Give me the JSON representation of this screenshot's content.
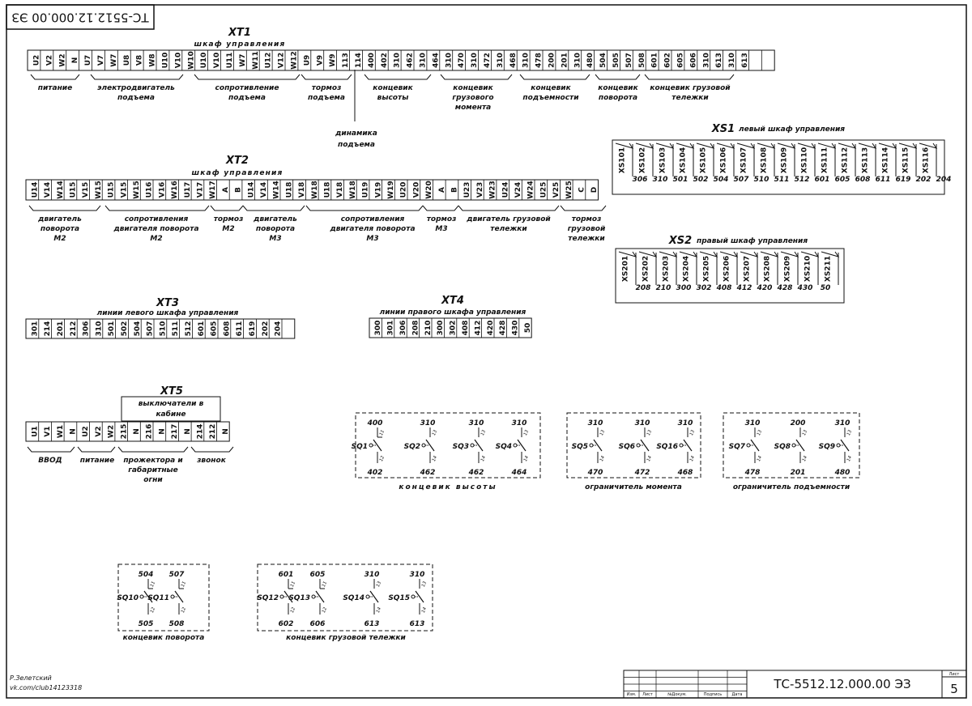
{
  "corner_code": "ТС-5512.12.000.00 ЭЗ",
  "xt1": {
    "title": "XT1",
    "subtitle": "шкаф управления",
    "cells": [
      "U2",
      "V2",
      "W2",
      "N",
      "U7",
      "V7",
      "W7",
      "U8",
      "V8",
      "W8",
      "U10",
      "V10",
      "W10",
      "U10",
      "V10",
      "U11",
      "W7",
      "W11",
      "U12",
      "V12",
      "W12",
      "U9",
      "V9",
      "W9",
      "113",
      "114",
      "400",
      "402",
      "310",
      "462",
      "310",
      "464",
      "310",
      "470",
      "310",
      "472",
      "310",
      "468",
      "310",
      "478",
      "200",
      "201",
      "310",
      "480",
      "504",
      "505",
      "507",
      "508",
      "601",
      "602",
      "605",
      "606",
      "310",
      "613",
      "310",
      "613",
      "",
      ""
    ],
    "groups": [
      {
        "lines": [
          "питание"
        ]
      },
      {
        "lines": [
          "электродвигатель",
          "подъема"
        ]
      },
      {
        "lines": [
          "сопротивление",
          "подъема"
        ]
      },
      {
        "lines": [
          "тормоз",
          "подъема"
        ]
      },
      {
        "lines": [
          "концевик",
          "высоты"
        ]
      },
      {
        "lines": [
          "концевик",
          "грузового",
          "момента"
        ]
      },
      {
        "lines": [
          "концевик",
          "подъемности"
        ]
      },
      {
        "lines": [
          "концевик",
          "поворота"
        ]
      },
      {
        "lines": [
          "концевик грузовой",
          "тележки"
        ]
      }
    ],
    "dyn_lines": [
      "динамика",
      "подъема"
    ]
  },
  "xt2": {
    "title": "XT2",
    "subtitle": "шкаф управления",
    "cells": [
      "U14",
      "V14",
      "W14",
      "U15",
      "V15",
      "W15",
      "U15",
      "V15",
      "W15",
      "U16",
      "V16",
      "W16",
      "U17",
      "V17",
      "W17",
      "A",
      "B",
      "U14",
      "V14",
      "W14",
      "U18",
      "V18",
      "W18",
      "U18",
      "V18",
      "W18",
      "U19",
      "V19",
      "W19",
      "U20",
      "V20",
      "W20",
      "A",
      "B",
      "U23",
      "V23",
      "W23",
      "U24",
      "V24",
      "W24",
      "U25",
      "V25",
      "W25",
      "C",
      "D"
    ],
    "groups": [
      {
        "lines": [
          "двигатель",
          "поворота",
          "М2"
        ]
      },
      {
        "lines": [
          "сопротивления",
          "двигателя поворота",
          "М2"
        ]
      },
      {
        "lines": [
          "тормоз",
          "М2"
        ]
      },
      {
        "lines": [
          "двигатель",
          "поворота",
          "М3"
        ]
      },
      {
        "lines": [
          "сопротивления",
          "двигателя поворота",
          "М3"
        ]
      },
      {
        "lines": [
          "тормоз",
          "М3"
        ]
      },
      {
        "lines": [
          "двигатель грузовой",
          "тележки"
        ]
      },
      {
        "lines": [
          "тормоз",
          "грузовой",
          "тележки"
        ]
      }
    ]
  },
  "xt3": {
    "title": "XT3",
    "subtitle": "линии левого шкафа управления",
    "cells": [
      "301",
      "214",
      "201",
      "212",
      "306",
      "310",
      "501",
      "502",
      "504",
      "507",
      "510",
      "511",
      "512",
      "601",
      "605",
      "608",
      "611",
      "619",
      "202",
      "204",
      ""
    ]
  },
  "xt4": {
    "title": "XT4",
    "subtitle": "линии правого шкафа управления",
    "cells": [
      "300",
      "301",
      "306",
      "208",
      "210",
      "300",
      "302",
      "408",
      "412",
      "420",
      "428",
      "430",
      "50"
    ]
  },
  "xt5": {
    "title": "XT5",
    "box_lines": [
      "выключатели в",
      "кабине"
    ],
    "cells": [
      "U1",
      "V1",
      "W1",
      "N",
      "U2",
      "V2",
      "W2",
      "215",
      "N",
      "216",
      "N",
      "217",
      "N",
      "214",
      "212",
      "N"
    ],
    "groups": [
      {
        "lines": [
          "ВВОД"
        ]
      },
      {
        "lines": [
          "питание"
        ]
      },
      {
        "lines": [
          "прожектора и",
          "габаритные",
          "огни"
        ]
      },
      {
        "lines": [
          "звонок"
        ]
      }
    ]
  },
  "xs1": {
    "title": "XS1",
    "subtitle": "левый шкаф управления",
    "pins": [
      "XS101",
      "XS102",
      "XS103",
      "XS104",
      "XS105",
      "XS106",
      "XS107",
      "XS108",
      "XS109",
      "XS110",
      "XS111",
      "XS112",
      "XS113",
      "XS114",
      "XS115",
      "XS116"
    ],
    "wires": [
      "306",
      "310",
      "501",
      "502",
      "504",
      "507",
      "510",
      "511",
      "512",
      "601",
      "605",
      "608",
      "611",
      "619",
      "202",
      "204"
    ]
  },
  "xs2": {
    "title": "XS2",
    "subtitle": "правый шкаф управления",
    "pins": [
      "XS201",
      "XS202",
      "XS203",
      "XS204",
      "XS205",
      "XS206",
      "XS207",
      "XS208",
      "XS209",
      "XS210",
      "XS211"
    ],
    "wires": [
      "208",
      "210",
      "300",
      "302",
      "408",
      "412",
      "420",
      "428",
      "430",
      "50"
    ]
  },
  "switch_groups": [
    {
      "caption": "концевик высоты",
      "spaced": true,
      "switches": [
        {
          "name": "SQ1",
          "top": "400",
          "bottom": "402",
          "pin_a": "11",
          "pin_b": "12",
          "type": "nc"
        },
        {
          "name": "SQ2",
          "top": "310",
          "bottom": "462",
          "pin_a": "13",
          "pin_b": "14",
          "type": "no"
        },
        {
          "name": "SQ3",
          "top": "310",
          "bottom": "462",
          "pin_a": "13",
          "pin_b": "14",
          "type": "no"
        },
        {
          "name": "SQ4",
          "top": "310",
          "bottom": "464",
          "pin_a": "13",
          "pin_b": "14",
          "type": "no"
        }
      ]
    },
    {
      "caption": "ограничитель момента",
      "spaced": false,
      "switches": [
        {
          "name": "SQ5",
          "top": "310",
          "bottom": "470",
          "pin_a": "13",
          "pin_b": "14",
          "type": "no"
        },
        {
          "name": "SQ6",
          "top": "310",
          "bottom": "472",
          "pin_a": "13",
          "pin_b": "14",
          "type": "no"
        },
        {
          "name": "SQ16",
          "top": "310",
          "bottom": "468",
          "pin_a": "13",
          "pin_b": "14",
          "type": "no"
        }
      ]
    },
    {
      "caption": "ограничитель подъемности",
      "spaced": false,
      "switches": [
        {
          "name": "SQ7",
          "top": "310",
          "bottom": "478",
          "pin_a": "13",
          "pin_b": "14",
          "type": "no"
        },
        {
          "name": "SQ8",
          "top": "200",
          "bottom": "201",
          "pin_a": "13",
          "pin_b": "14",
          "type": "no"
        },
        {
          "name": "SQ9",
          "top": "310",
          "bottom": "480",
          "pin_a": "13",
          "pin_b": "14",
          "type": "no"
        }
      ]
    },
    {
      "caption": "концевик поворота",
      "spaced": false,
      "switches": [
        {
          "name": "SQ10",
          "top": "504",
          "bottom": "505",
          "pin_a": "11",
          "pin_b": "12",
          "type": "nc"
        },
        {
          "name": "SQ11",
          "top": "507",
          "bottom": "508",
          "pin_a": "11",
          "pin_b": "12",
          "type": "nc"
        }
      ]
    },
    {
      "caption": "концевик грузовой тележки",
      "spaced": false,
      "switches": [
        {
          "name": "SQ12",
          "top": "601",
          "bottom": "602",
          "pin_a": "11",
          "pin_b": "12",
          "type": "nc"
        },
        {
          "name": "SQ13",
          "top": "605",
          "bottom": "606",
          "pin_a": "11",
          "pin_b": "12",
          "type": "nc"
        },
        {
          "name": "SQ14",
          "top": "310",
          "bottom": "613",
          "pin_a": "13",
          "pin_b": "14",
          "type": "no"
        },
        {
          "name": "SQ15",
          "top": "310",
          "bottom": "613",
          "pin_a": "13",
          "pin_b": "14",
          "type": "no"
        }
      ]
    }
  ],
  "signature": [
    "Р.Зелетский",
    "vk.com/club14123318"
  ],
  "stamp": {
    "code": "ТС-5512.12.000.00 ЭЗ",
    "sheet_label": "Лист",
    "sheet_no": "5",
    "headers": [
      "Изм.",
      "Лист",
      "№Докум.",
      "Подпись",
      "Дата"
    ]
  }
}
